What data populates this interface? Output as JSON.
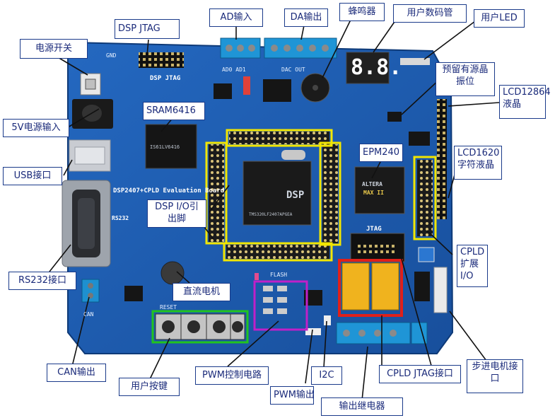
{
  "callouts": {
    "dsp_jtag": "DSP JTAG",
    "ad_input": "AD输入",
    "da_output": "DA输出",
    "buzzer": "蜂鸣器",
    "user_seg": "用户数码管",
    "user_led": "用户LED",
    "power_switch": "电源开关",
    "reserved_osc": "预留有源晶振位",
    "lcd12864": "LCD12864液晶",
    "sram": "SRAM6416",
    "power_input": "5V电源输入",
    "epm240": "EPM240",
    "usb": "USB接口",
    "lcd1620": "LCD1620字符液晶",
    "dsp_io": "DSP I/O引出脚",
    "cpld_io": "CPLD扩展I/O",
    "rs232": "RS232接口",
    "dc_motor": "直流电机",
    "can_out": "CAN输出",
    "user_keys": "用户按键",
    "pwm_circuit": "PWM控制电路",
    "i2c": "I2C",
    "cpld_jtag": "CPLD JTAG接口",
    "stepper": "步进电机接口",
    "pwm_out": "PWM输出",
    "relay_out": "输出继电器"
  },
  "silkscreen": {
    "board_name": "DSP2407+CPLD Evaluation Board",
    "rs232_label": "RS232",
    "jtag_label": "JTAG",
    "dsp_chip": "DSP",
    "cpld_chip": "MAX II",
    "altera": "ALTERA",
    "ti_part": "TMS320LF2407APGEA",
    "sram_part": "IS61LV6416",
    "seg_display": "8.8.",
    "dsp_jtag_silk": "DSP JTAG",
    "flash": "FLASH",
    "reset": "RESET",
    "can_silk": "CAN",
    "gnd": "GND",
    "da_silk": "DAC OUT",
    "ad_silk": "AD0 AD1"
  },
  "colors": {
    "pcb": "#1f5fb5",
    "pcb_dark": "#164a93",
    "callout_border": "#1a3a8a",
    "callout_text": "#1a2a7a",
    "yellow_frame": "#f2e600",
    "green_frame": "#22c41e",
    "magenta_frame": "#c020c8",
    "red_frame": "#e0201a",
    "leader": "#111111"
  }
}
